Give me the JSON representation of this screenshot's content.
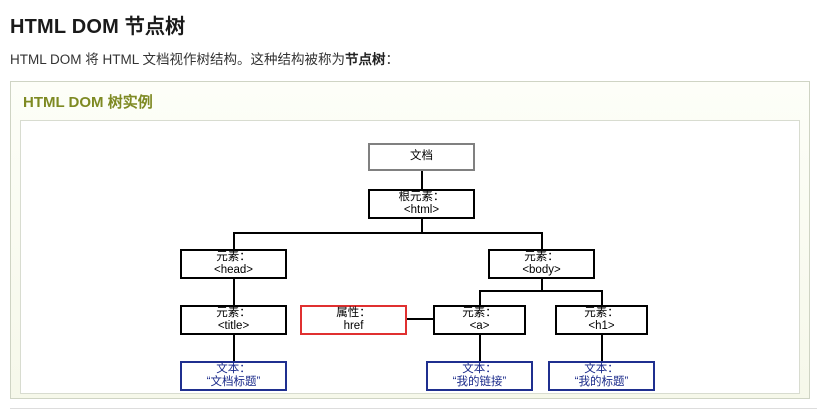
{
  "page": {
    "title": "HTML DOM 节点树",
    "intro_prefix": "HTML DOM 将 HTML 文档视作树结构。这种结构被称为",
    "intro_bold": "节点树",
    "intro_suffix": "："
  },
  "example": {
    "heading": "HTML DOM 树实例"
  },
  "colors": {
    "heading_olive": "#7e8a23",
    "panel_border": "#cfd4c4",
    "node_black": "#000000",
    "node_gray": "#808080",
    "node_red": "#e03030",
    "node_blue": "#1f2f8f"
  },
  "tree": {
    "nodes": [
      {
        "id": "document",
        "line1": "文档",
        "line2": "",
        "style": "gray"
      },
      {
        "id": "root",
        "line1": "根元素：",
        "line2": "<html>",
        "style": "black"
      },
      {
        "id": "head",
        "line1": "元素：",
        "line2": "<head>",
        "style": "black"
      },
      {
        "id": "body",
        "line1": "元素：",
        "line2": "<body>",
        "style": "black"
      },
      {
        "id": "title",
        "line1": "元素：",
        "line2": "<title>",
        "style": "black"
      },
      {
        "id": "href",
        "line1": "属性：",
        "line2": "href",
        "style": "red"
      },
      {
        "id": "anchor",
        "line1": "元素：",
        "line2": "<a>",
        "style": "black"
      },
      {
        "id": "h1",
        "line1": "元素：",
        "line2": "<h1>",
        "style": "black"
      },
      {
        "id": "title-text",
        "line1": "文本：",
        "line2": "“文档标题”",
        "style": "blue"
      },
      {
        "id": "link-text",
        "line1": "文本：",
        "line2": "“我的链接”",
        "style": "blue"
      },
      {
        "id": "h1-text",
        "line1": "文本：",
        "line2": "“我的标题”",
        "style": "blue"
      }
    ]
  }
}
